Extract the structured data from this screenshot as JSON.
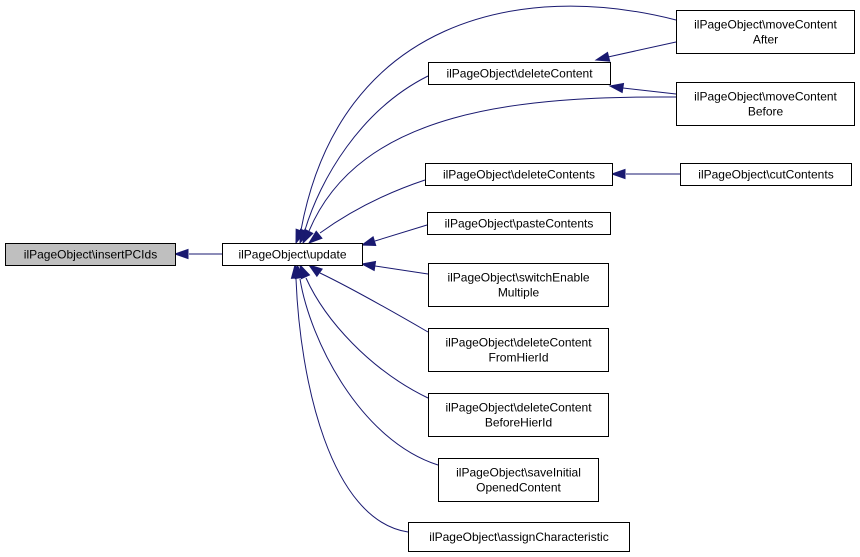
{
  "diagram": {
    "colors": {
      "node_fill": "#ffffff",
      "highlight_fill": "#bfbfbf",
      "border": "#000000",
      "edge": "#191970"
    },
    "nodes": [
      {
        "id": "insertPCIds",
        "lines": [
          "ilPageObject\\insertPCIds"
        ],
        "highlight": true
      },
      {
        "id": "update",
        "lines": [
          "ilPageObject\\update"
        ]
      },
      {
        "id": "moveContentAfter",
        "lines": [
          "ilPageObject\\moveContent",
          "After"
        ]
      },
      {
        "id": "deleteContent",
        "lines": [
          "ilPageObject\\deleteContent"
        ]
      },
      {
        "id": "moveContentBefore",
        "lines": [
          "ilPageObject\\moveContent",
          "Before"
        ]
      },
      {
        "id": "deleteContents",
        "lines": [
          "ilPageObject\\deleteContents"
        ]
      },
      {
        "id": "cutContents",
        "lines": [
          "ilPageObject\\cutContents"
        ]
      },
      {
        "id": "pasteContents",
        "lines": [
          "ilPageObject\\pasteContents"
        ]
      },
      {
        "id": "switchEnableMultiple",
        "lines": [
          "ilPageObject\\switchEnable",
          "Multiple"
        ]
      },
      {
        "id": "deleteContentFromHierId",
        "lines": [
          "ilPageObject\\deleteContent",
          "FromHierId"
        ]
      },
      {
        "id": "deleteContentBeforeHierId",
        "lines": [
          "ilPageObject\\deleteContent",
          "BeforeHierId"
        ]
      },
      {
        "id": "saveInitialOpenedContent",
        "lines": [
          "ilPageObject\\saveInitial",
          "OpenedContent"
        ]
      },
      {
        "id": "assignCharacteristic",
        "lines": [
          "ilPageObject\\assignCharacteristic"
        ]
      }
    ],
    "edges": [
      {
        "from": "update",
        "to": "insertPCIds"
      },
      {
        "from": "moveContentAfter",
        "to": "update"
      },
      {
        "from": "deleteContent",
        "to": "update"
      },
      {
        "from": "moveContentBefore",
        "to": "update"
      },
      {
        "from": "deleteContents",
        "to": "update"
      },
      {
        "from": "pasteContents",
        "to": "update"
      },
      {
        "from": "switchEnableMultiple",
        "to": "update"
      },
      {
        "from": "deleteContentFromHierId",
        "to": "update"
      },
      {
        "from": "deleteContentBeforeHierId",
        "to": "update"
      },
      {
        "from": "saveInitialOpenedContent",
        "to": "update"
      },
      {
        "from": "assignCharacteristic",
        "to": "update"
      },
      {
        "from": "moveContentAfter",
        "to": "deleteContent"
      },
      {
        "from": "moveContentBefore",
        "to": "deleteContent"
      },
      {
        "from": "cutContents",
        "to": "deleteContents"
      }
    ]
  }
}
